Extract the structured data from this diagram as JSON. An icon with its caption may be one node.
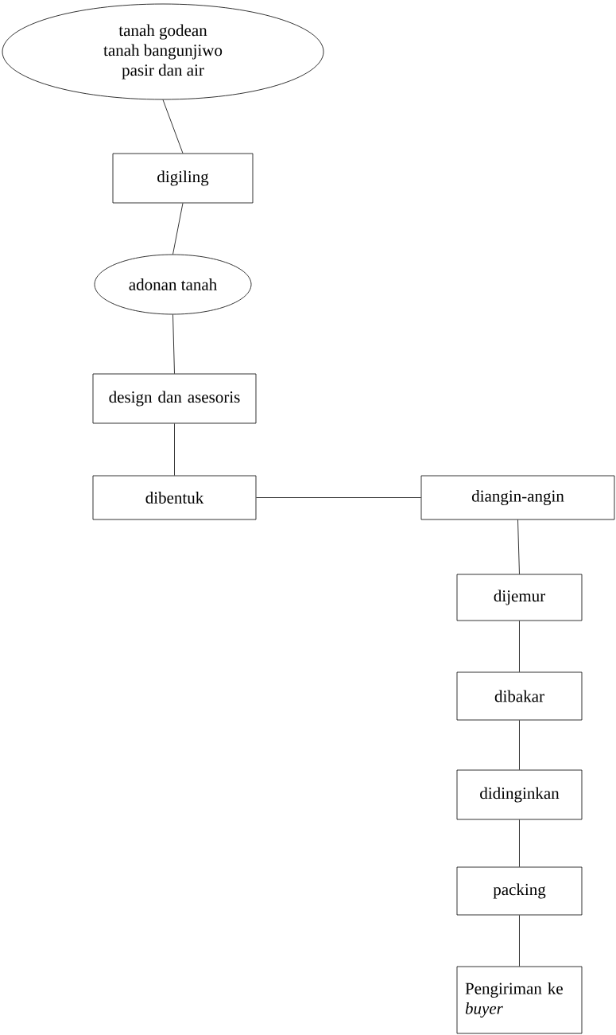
{
  "diagram": {
    "nodes": [
      {
        "text": [
          "tanah godean",
          "tanah bangunjiwo",
          "pasir dan air"
        ]
      },
      {
        "text": [
          "digiling"
        ]
      },
      {
        "text": [
          "adonan tanah"
        ]
      },
      {
        "text": [
          "design dan asesoris"
        ]
      },
      {
        "text": [
          "dibentuk"
        ]
      },
      {
        "text": [
          "diangin-angin"
        ]
      },
      {
        "text": [
          "dijemur"
        ]
      },
      {
        "text": [
          "dibakar"
        ]
      },
      {
        "text": [
          "didinginkan"
        ]
      },
      {
        "text": [
          "packing"
        ]
      },
      {
        "text": [
          "Pengiriman ke *buyer*"
        ]
      }
    ],
    "edges": [
      {
        "from": 0,
        "to": 1,
        "arrow": "none"
      },
      {
        "from": 1,
        "to": 2,
        "arrow": "none"
      },
      {
        "from": 2,
        "to": 3,
        "arrow": "none"
      },
      {
        "from": 3,
        "to": 4,
        "arrow": "none"
      },
      {
        "from": 4,
        "to": 5,
        "arrow": "none"
      },
      {
        "from": 5,
        "to": 6,
        "arrow": "none"
      },
      {
        "from": 6,
        "to": 7,
        "arrow": "none"
      },
      {
        "from": 7,
        "to": 8,
        "arrow": "none"
      },
      {
        "from": 8,
        "to": 9,
        "arrow": "none"
      },
      {
        "from": 9,
        "to": 10,
        "arrow": "none"
      }
    ]
  }
}
